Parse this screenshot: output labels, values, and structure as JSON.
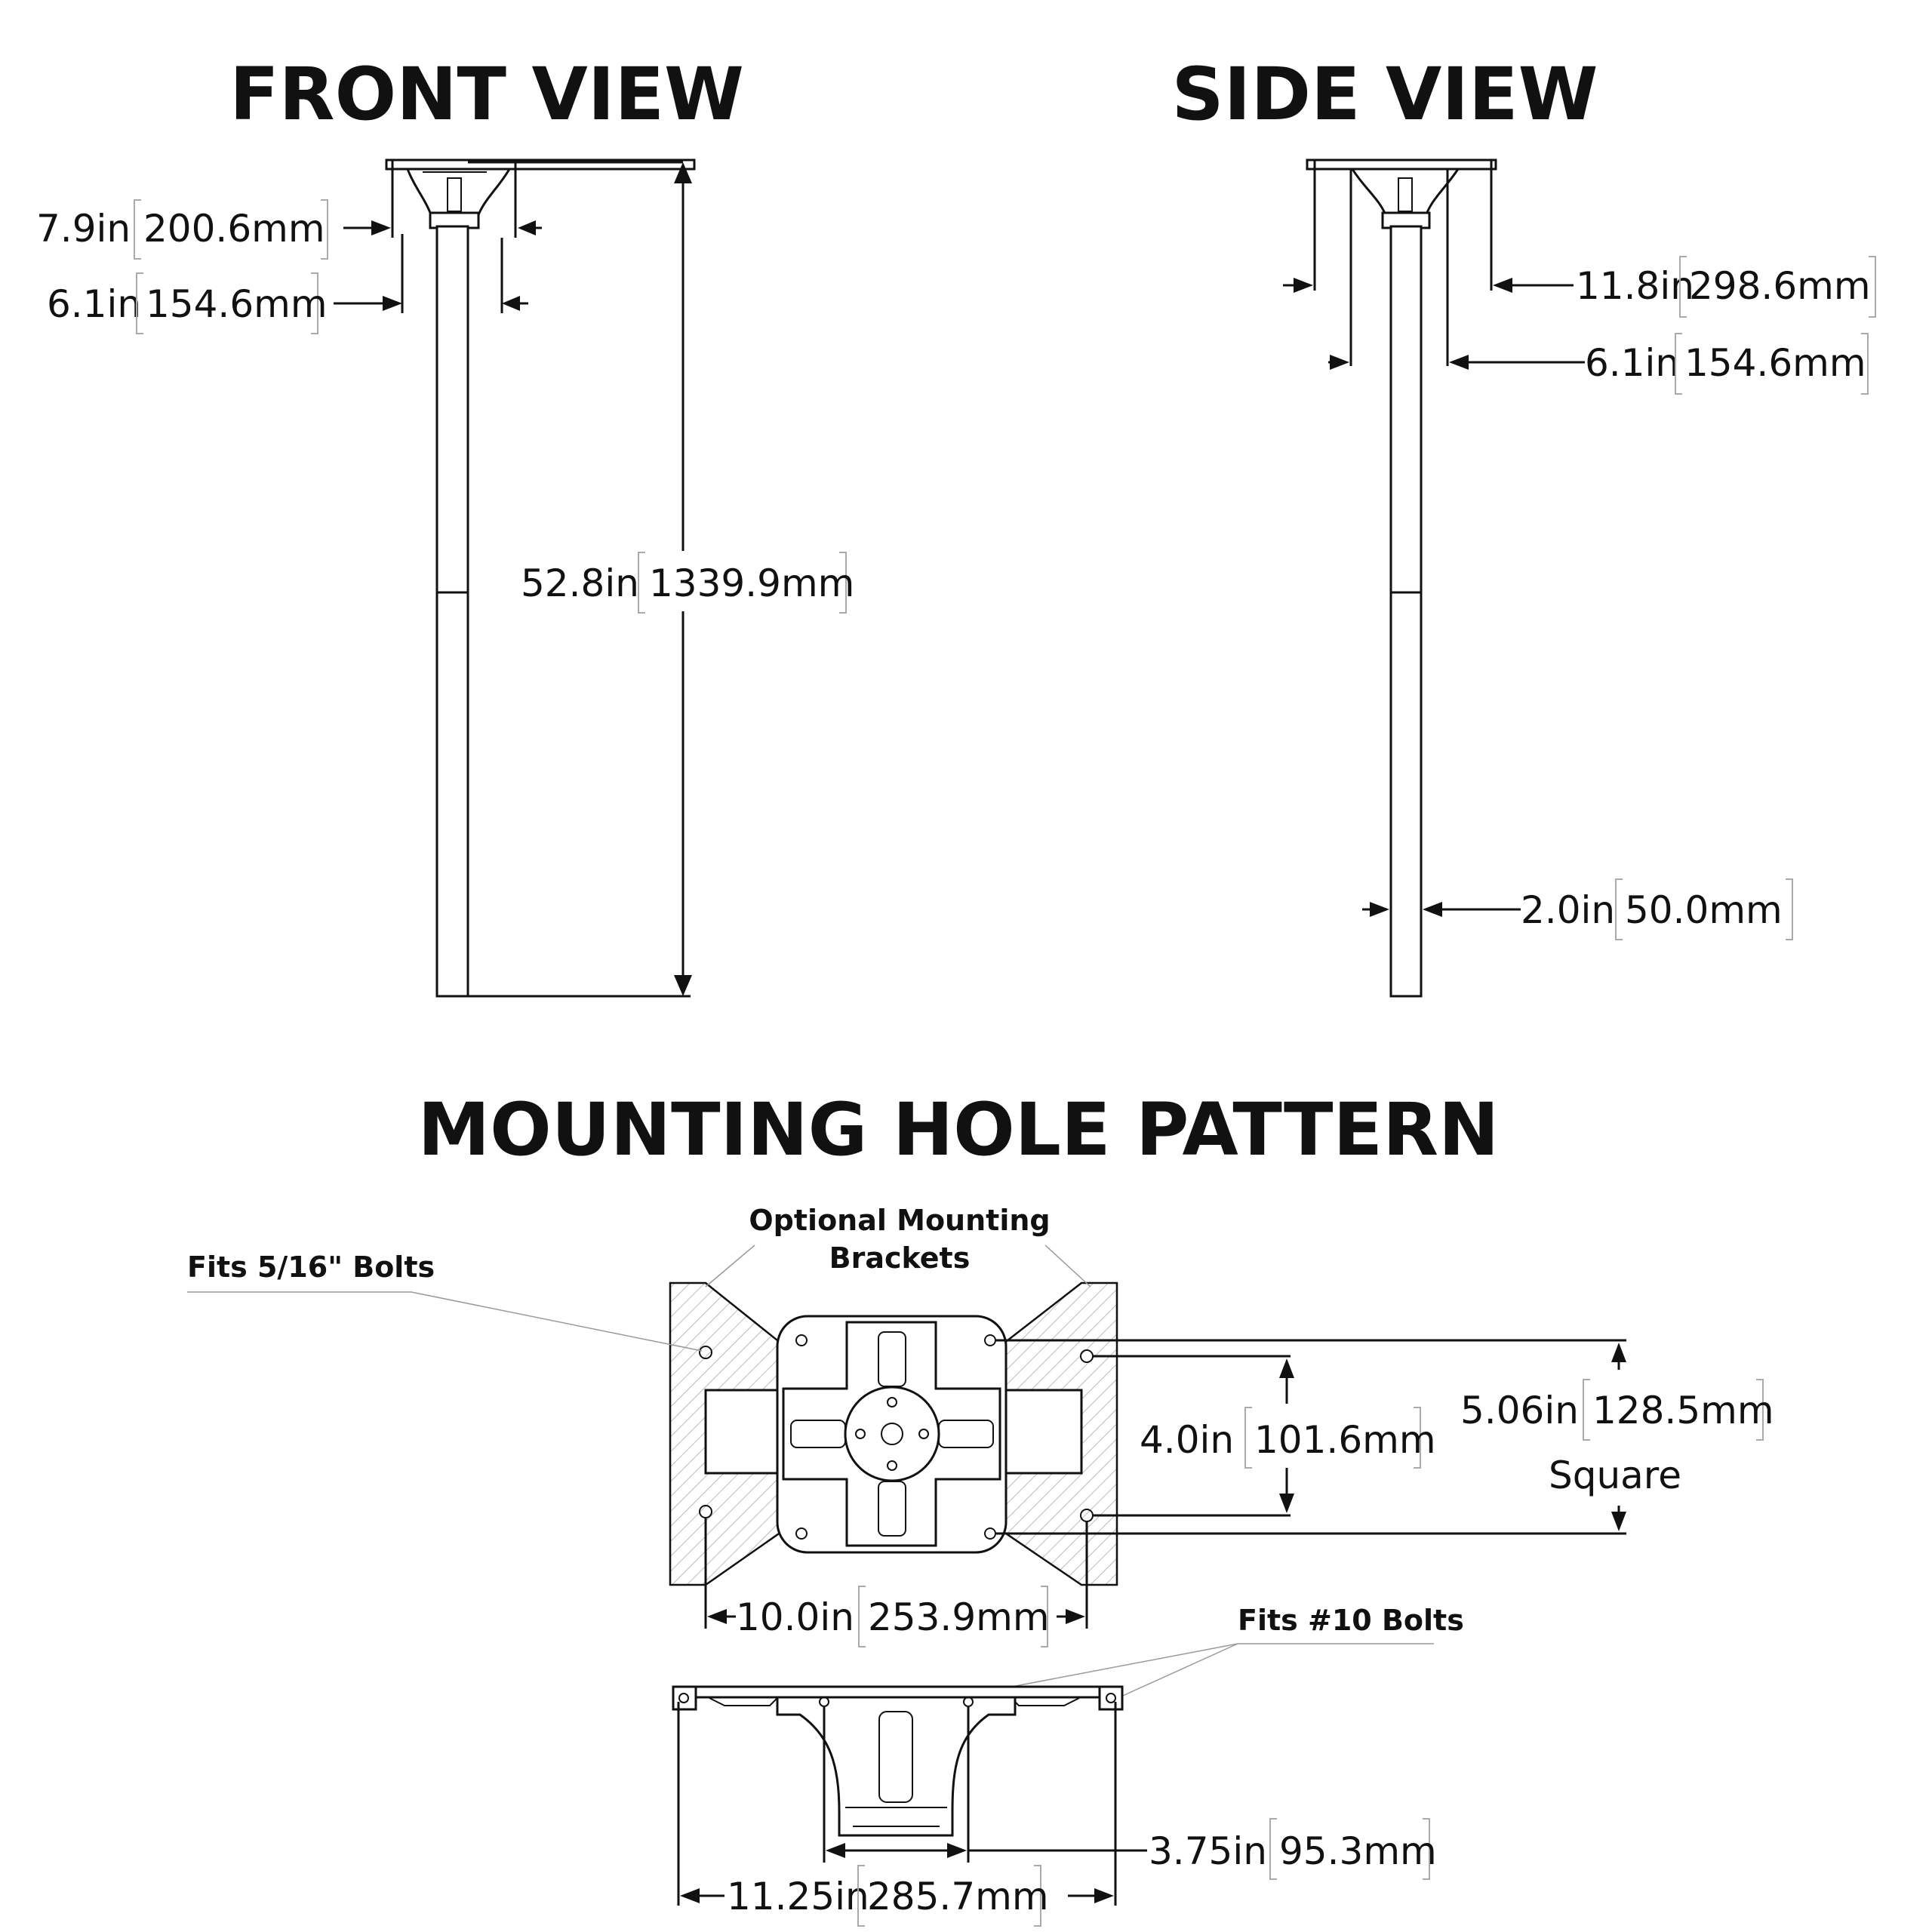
{
  "titles": {
    "front": "FRONT VIEW",
    "side": "SIDE VIEW",
    "mounting": "MOUNTING HOLE PATTERN"
  },
  "front": {
    "top_width": {
      "in": "7.9in",
      "mm": "200.6mm"
    },
    "mid_width": {
      "in": "6.1in",
      "mm": "154.6mm"
    },
    "height": {
      "in": "52.8in",
      "mm": "1339.9mm"
    }
  },
  "side": {
    "top_width": {
      "in": "11.8in",
      "mm": "298.6mm"
    },
    "mid_width": {
      "in": "6.1in",
      "mm": "154.6mm"
    },
    "post_width": {
      "in": "2.0in",
      "mm": "50.0mm"
    }
  },
  "mounting": {
    "brackets_note": [
      "Optional Mounting",
      "Brackets"
    ],
    "bolts_5_16_note": "Fits 5/16\" Bolts",
    "bolts_10_note": "Fits #10 Bolts",
    "inner_spacing": {
      "in": "4.0in",
      "mm": "101.6mm"
    },
    "square": {
      "in": "5.06in",
      "mm": "128.5mm",
      "label": "Square"
    },
    "bracket_spacing": {
      "in": "10.0in",
      "mm": "253.9mm"
    },
    "side_inner": {
      "in": "3.75in",
      "mm": "95.3mm"
    },
    "side_outer": {
      "in": "11.25in",
      "mm": "285.7mm"
    }
  }
}
